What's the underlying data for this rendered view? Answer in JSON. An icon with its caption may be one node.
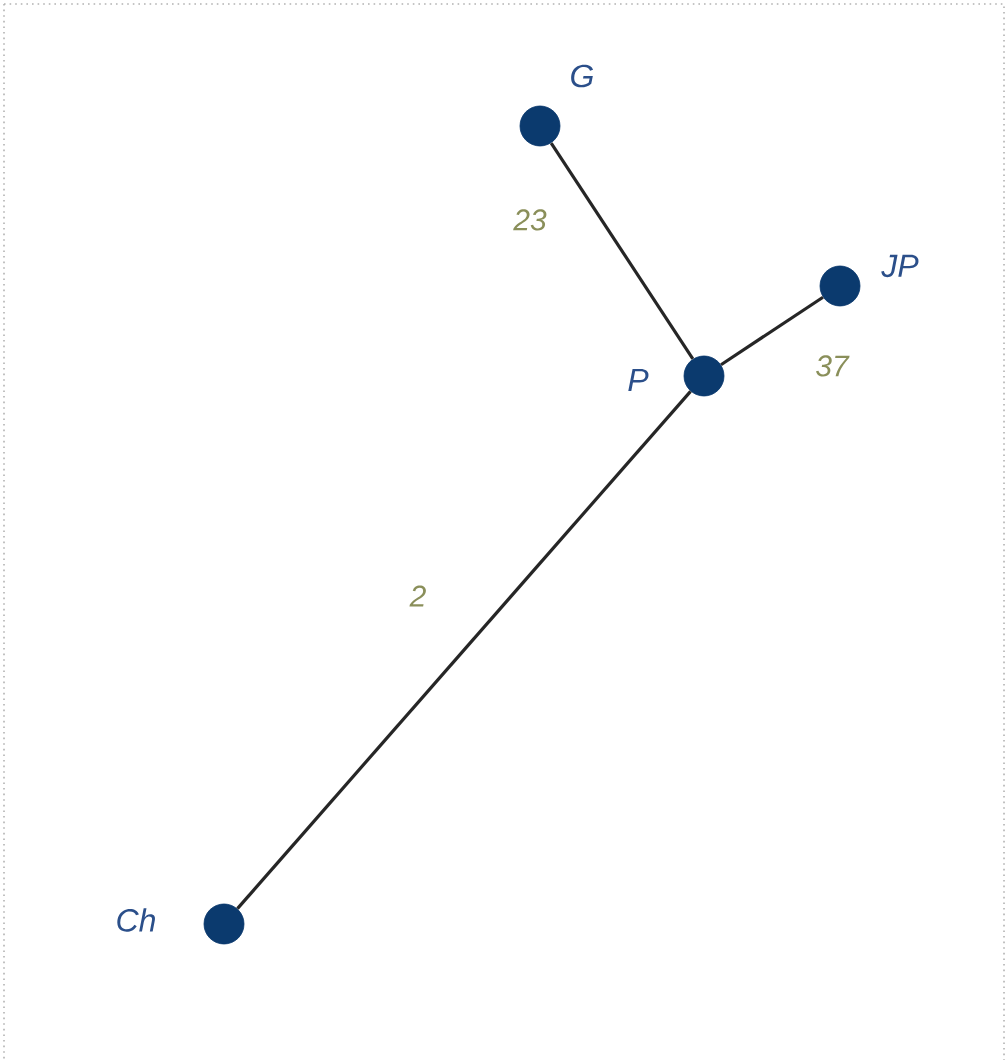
{
  "diagram": {
    "nodes": [
      {
        "text": [],
        "shape": "circle",
        "beside": [
          "G"
        ]
      },
      {
        "text": [],
        "shape": "circle",
        "beside": [
          "JP"
        ]
      },
      {
        "text": [],
        "shape": "circle",
        "beside": [
          "P"
        ]
      },
      {
        "text": [],
        "shape": "circle",
        "beside": [
          "Ch"
        ]
      }
    ],
    "edges": [
      {
        "from": 0,
        "to": 2,
        "arrow": "none",
        "label": "23"
      },
      {
        "from": 1,
        "to": 2,
        "arrow": "none",
        "label": "37"
      },
      {
        "from": 3,
        "to": 2,
        "arrow": "none",
        "label": "2"
      }
    ]
  }
}
